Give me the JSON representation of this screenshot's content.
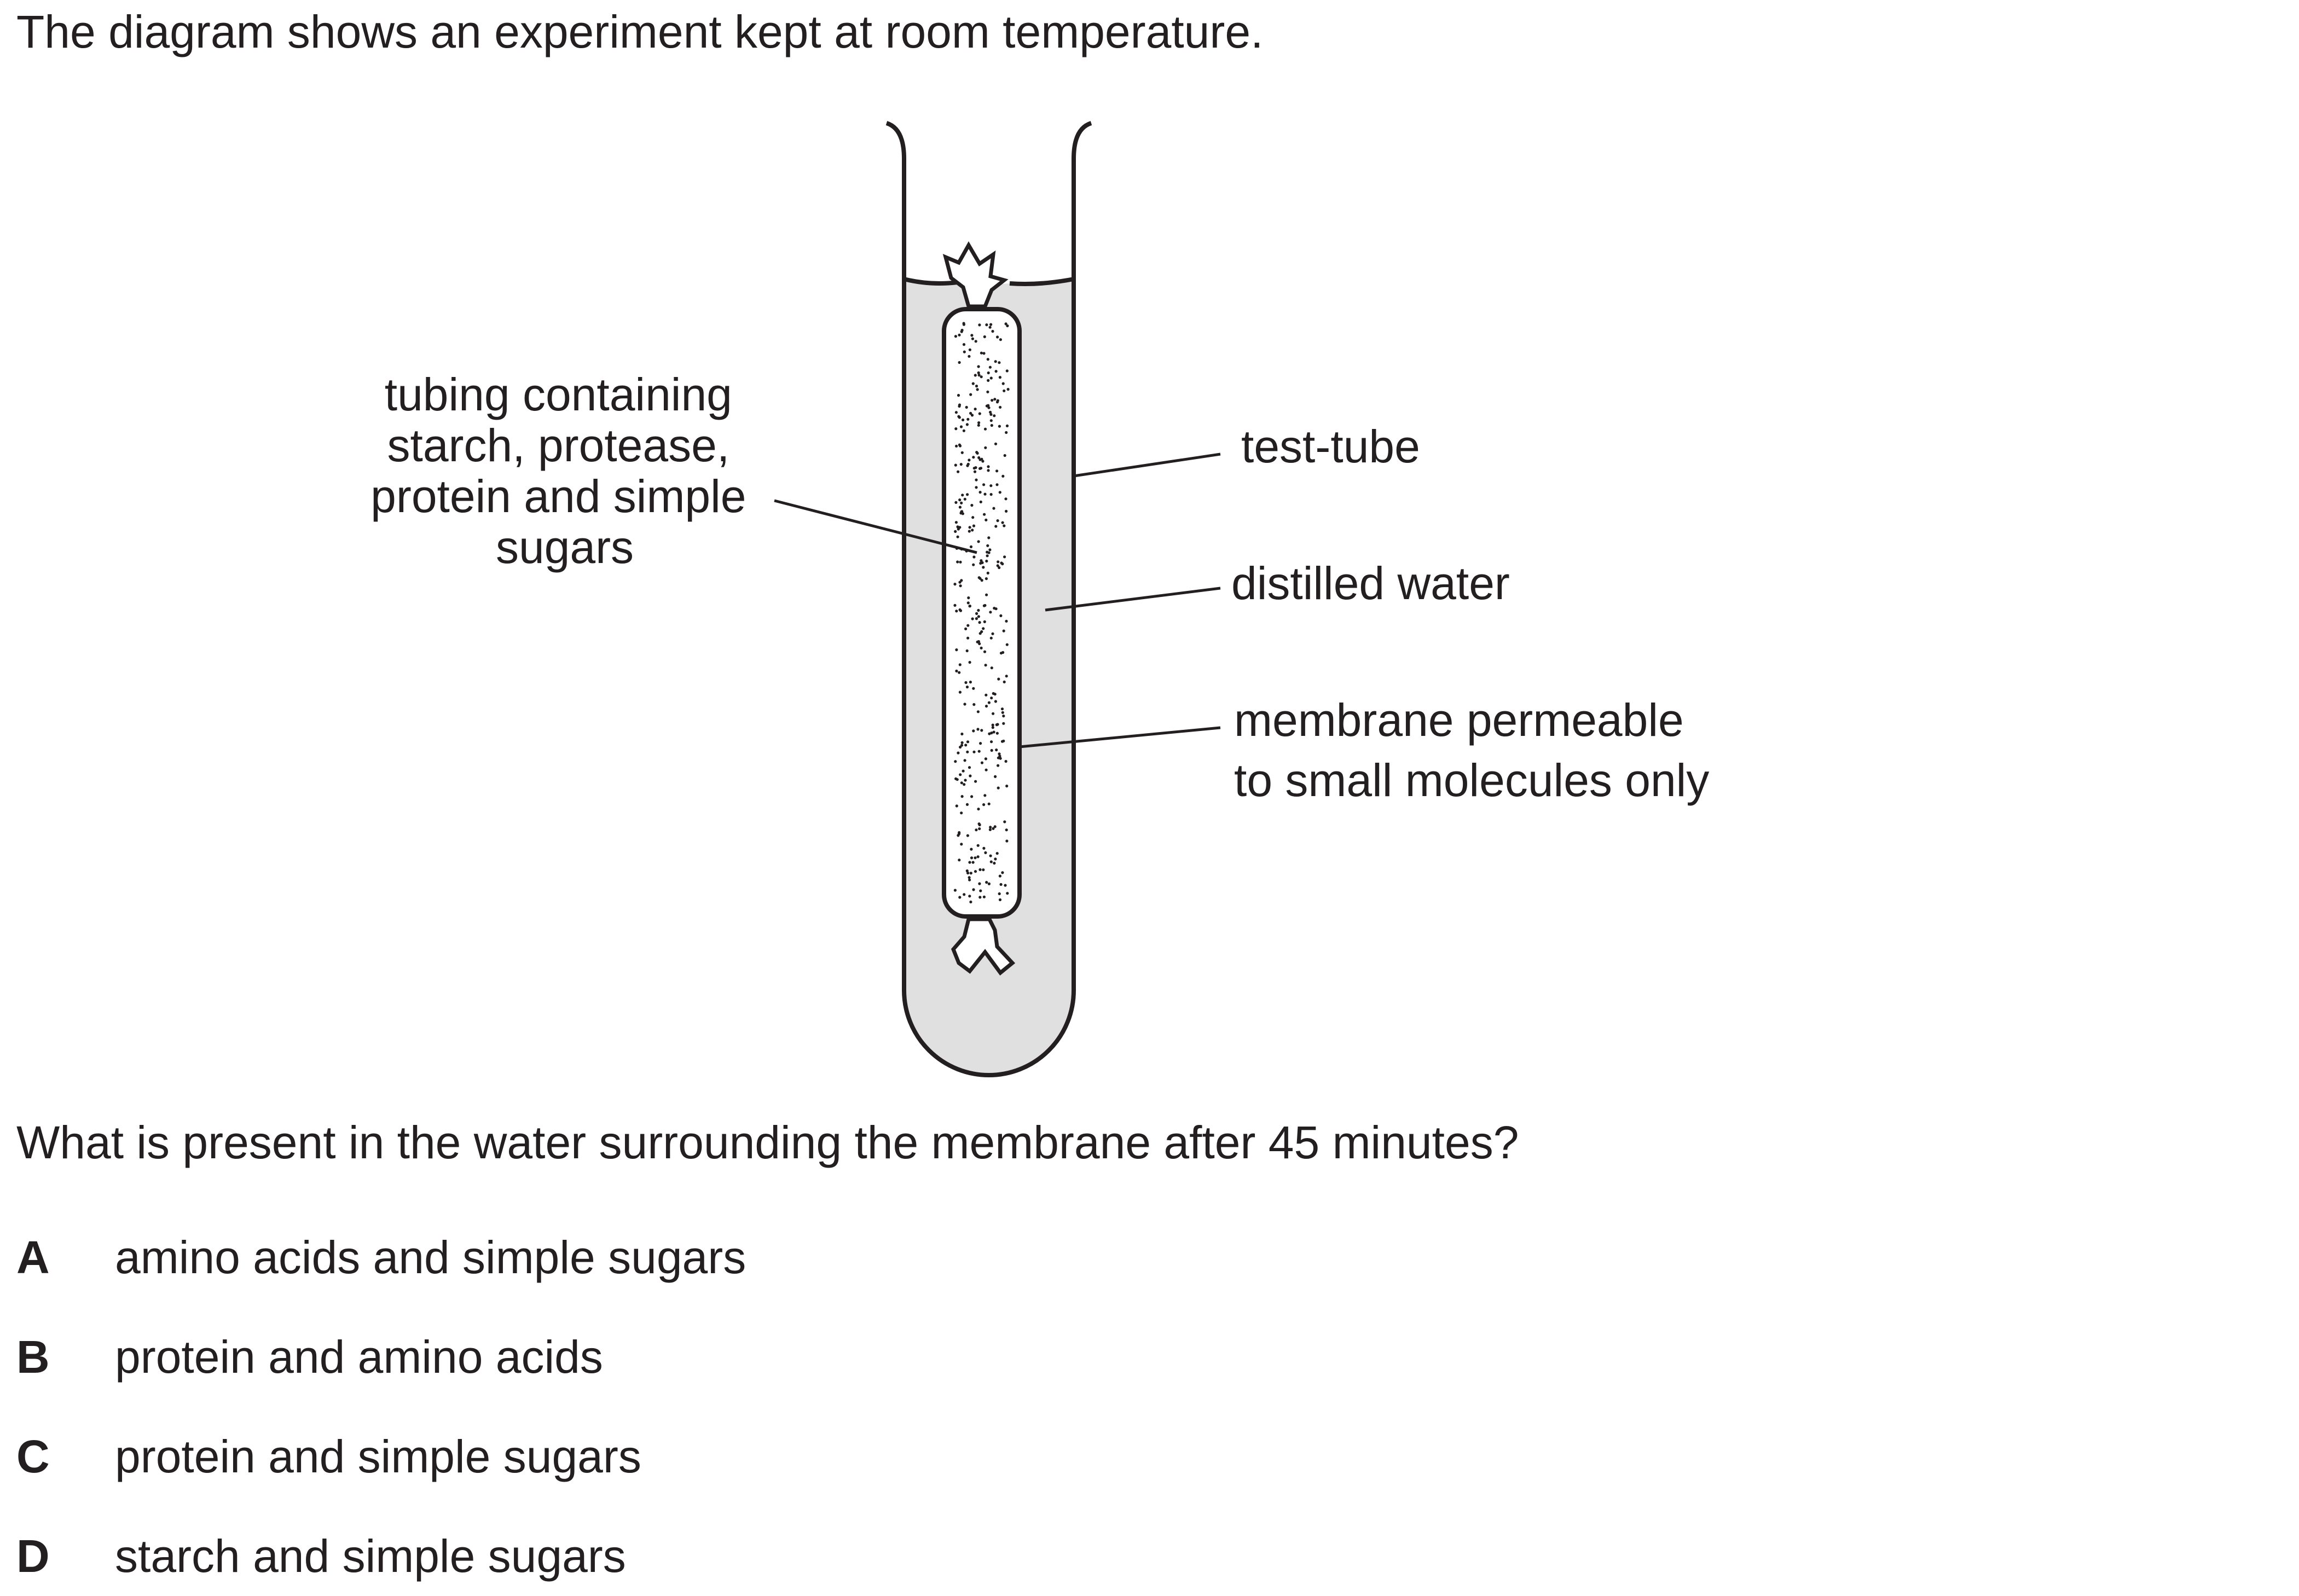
{
  "intro": "The diagram shows an experiment kept at room temperature.",
  "diagram": {
    "labels": {
      "tubing": [
        "tubing containing",
        "starch, protease,",
        "protein and simple",
        "sugars"
      ],
      "test_tube": "test-tube",
      "water": "distilled water",
      "membrane": [
        "membrane permeable",
        "to small molecules only"
      ]
    },
    "colors": {
      "water_fill": "#e0e0e1",
      "outline": "#231f20"
    }
  },
  "question": "What is present in the water surrounding the membrane after 45 minutes?",
  "options": [
    {
      "letter": "A",
      "text": "amino acids and simple sugars"
    },
    {
      "letter": "B",
      "text": "protein and amino acids"
    },
    {
      "letter": "C",
      "text": "protein and simple sugars"
    },
    {
      "letter": "D",
      "text": "starch and simple sugars"
    }
  ]
}
